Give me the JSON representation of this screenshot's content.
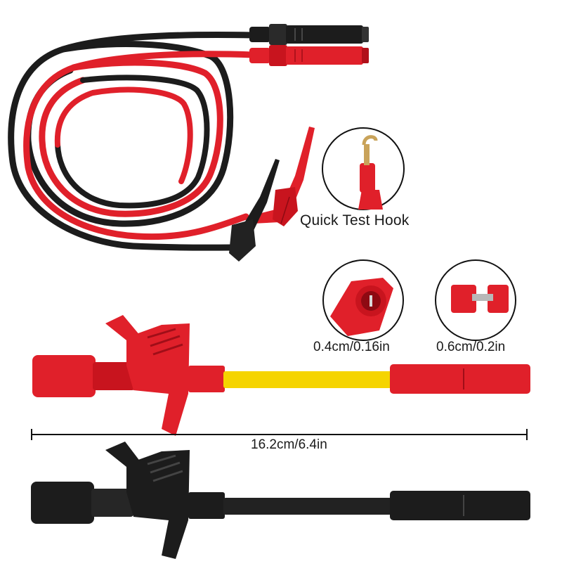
{
  "product": {
    "callouts": {
      "hook_label": "Quick Test Hook",
      "socket_size_label": "0.4cm/0.16in",
      "tip_size_label": "0.6cm/0.2in",
      "probe_length_label": "16.2cm/6.4in"
    },
    "items": [
      {
        "item": "test lead cable",
        "colors": [
          "red",
          "black"
        ]
      },
      {
        "item": "mini test hook clip",
        "colors": [
          "red",
          "black"
        ]
      },
      {
        "item": "piercing probe",
        "colors": [
          "red",
          "black"
        ]
      }
    ],
    "colors": {
      "red": "#e0202a",
      "dark_red": "#a8101a",
      "black": "#1c1c1c",
      "yellow": "#f5d400",
      "outline": "#111111"
    }
  }
}
